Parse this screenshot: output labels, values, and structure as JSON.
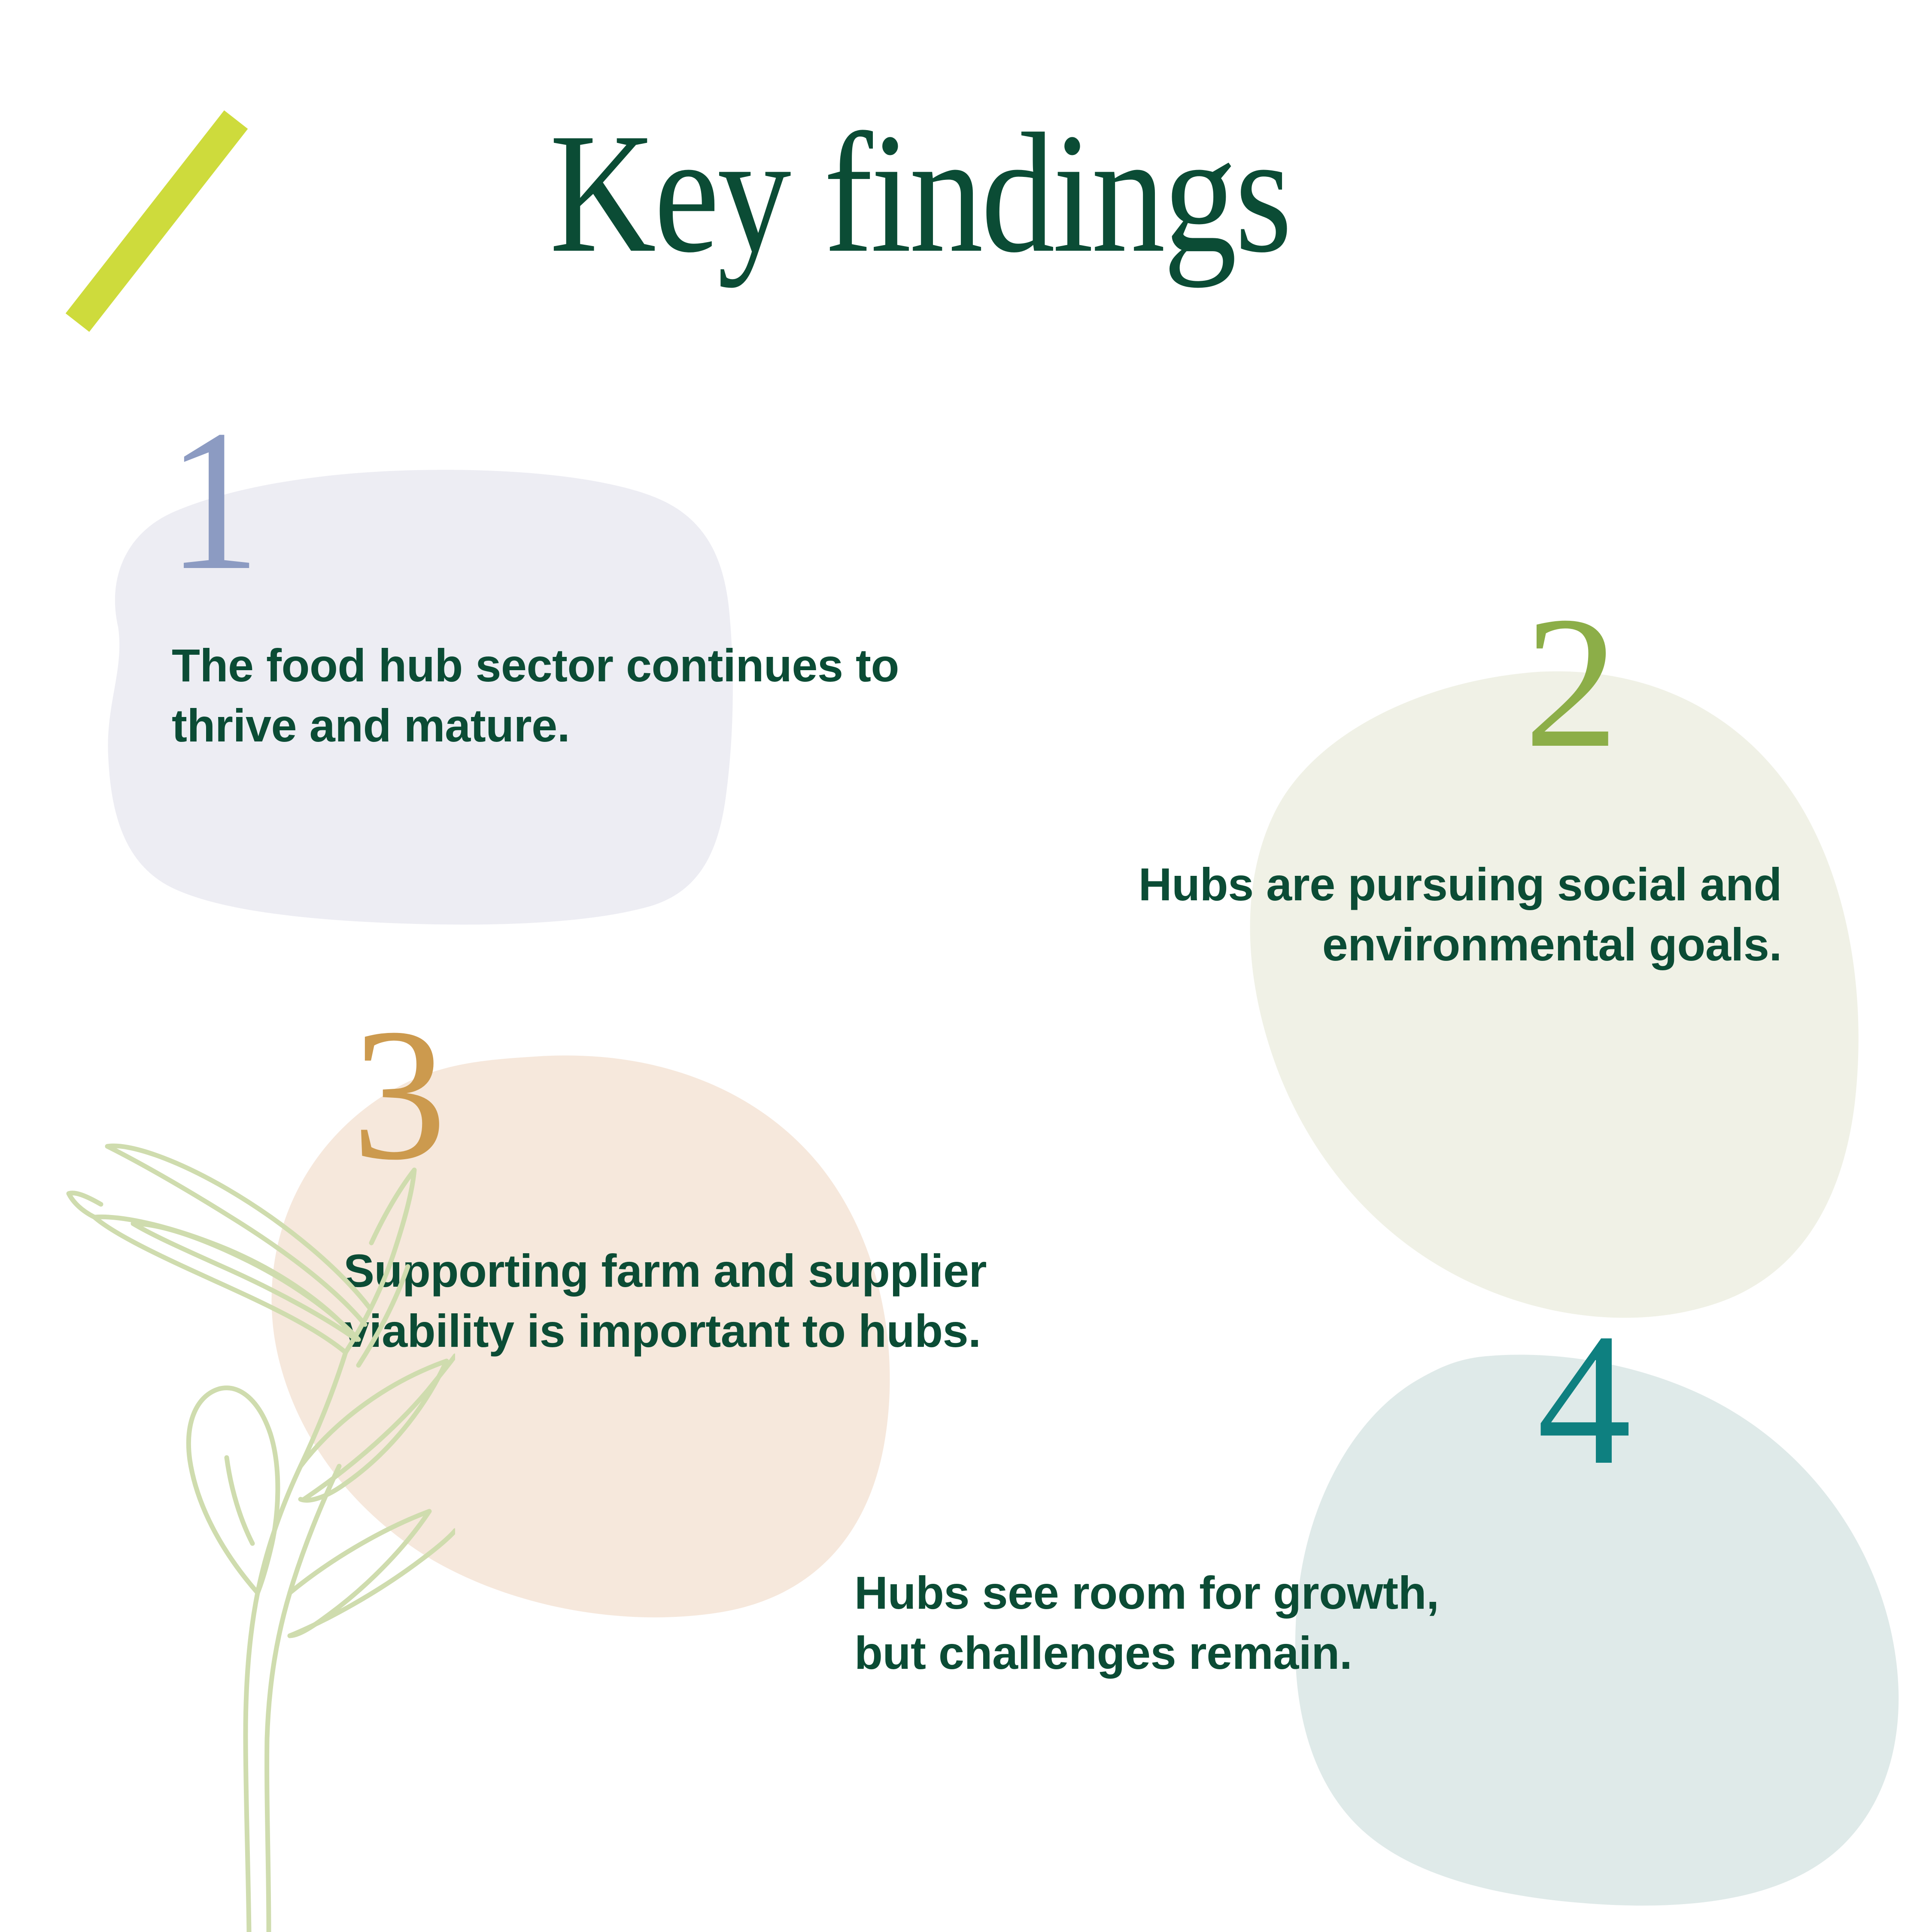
{
  "page": {
    "title": "Key findings",
    "background_color": "#FFFFFF",
    "accent_color": "#CEDB3C",
    "text_color": "#0B4C35"
  },
  "decorations": {
    "slash_color": "#CEDB3C",
    "leaf_line_color": "#CFDCAE"
  },
  "findings": [
    {
      "number": "1",
      "number_color": "#8C9BC2",
      "blob_color": "#EDEDF3",
      "text": "The food hub sector continues to\nthrive and mature."
    },
    {
      "number": "2",
      "number_color": "#8CAE48",
      "blob_color": "#F0F1E6",
      "text": "Hubs are pursuing social and\nenvironmental goals."
    },
    {
      "number": "3",
      "number_color": "#CC9A4E",
      "blob_color": "#F6E8DC",
      "text": "Supporting farm and supplier\nviability is important to hubs."
    },
    {
      "number": "4",
      "number_color": "#0E8080",
      "blob_color": "#DFEAE9",
      "text": "Hubs see room for growth,\nbut challenges remain."
    }
  ]
}
